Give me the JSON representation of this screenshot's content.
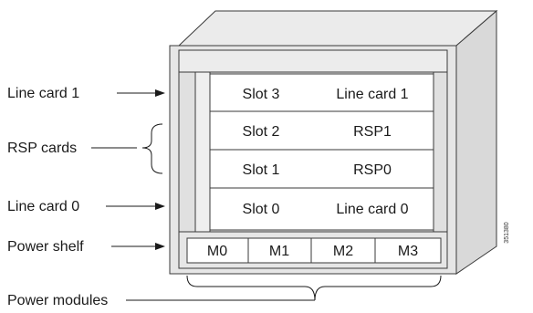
{
  "callouts": {
    "line_card_1": "Line card 1",
    "rsp_cards": "RSP cards",
    "line_card_0": "Line card 0",
    "power_shelf": "Power shelf",
    "power_modules": "Power modules"
  },
  "slots": [
    {
      "slot": "Slot 3",
      "card": "Line card 1"
    },
    {
      "slot": "Slot 2",
      "card": "RSP1"
    },
    {
      "slot": "Slot 1",
      "card": "RSP0"
    },
    {
      "slot": "Slot 0",
      "card": "Line card 0"
    }
  ],
  "power_modules": [
    "M0",
    "M1",
    "M2",
    "M3"
  ],
  "figure_id": "351380",
  "colors": {
    "chassis_fill": "#e6e6e6",
    "chassis_side": "#d9d9d9",
    "chassis_top": "#ebebeb",
    "slot_fill": "#ffffff",
    "stroke": "#3a3a3a"
  }
}
